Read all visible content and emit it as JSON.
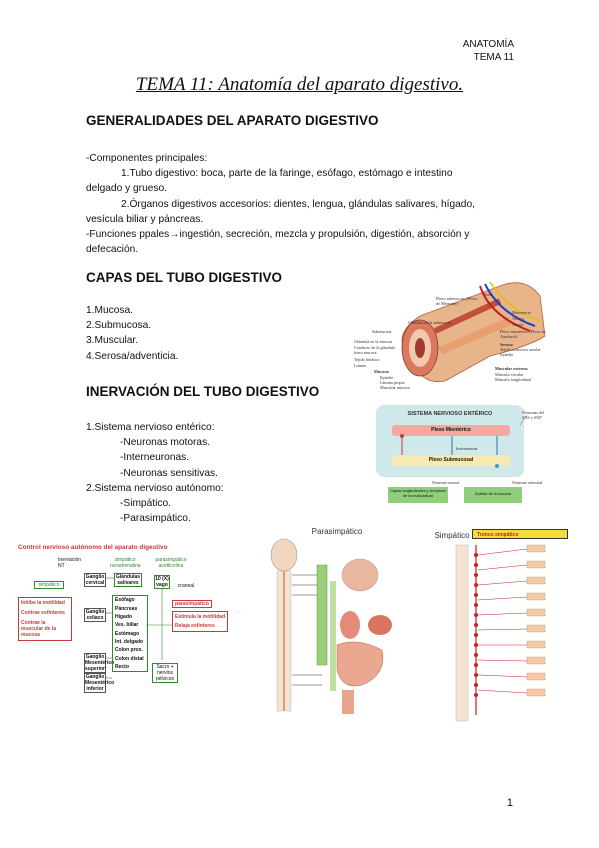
{
  "header": {
    "line1": "ANATOMÍA",
    "line2": "TEMA 11"
  },
  "title": "TEMA 11: Anatomía del aparato digestivo.",
  "sections": {
    "generalidades": {
      "heading": "GENERALIDADES DEL APARATO DIGESTIVO",
      "line1": "-Componentes principales:",
      "line2": "1.Tubo digestivo: boca, parte de la faringe, esófago, estómago e intestino",
      "line3": "delgado y grueso.",
      "line4": "2.Órganos digestivos accesorios: dientes, lengua, glándulas salivares, hígado,",
      "line5": "vesícula biliar y páncreas.",
      "line6a": "-Funciones ppales",
      "line6b": "ingestión, secreción, mezcla y propulsión, digestión, absorción y",
      "line7": "defecación."
    },
    "capas": {
      "heading": "CAPAS DEL TUBO DIGESTIVO",
      "items": [
        "1.Mucosa.",
        "2.Submucosa.",
        "3.Muscular.",
        "4.Serosa/adventicia."
      ]
    },
    "inervacion": {
      "heading": "INERVACIÓN DEL TUBO DIGESTIVO",
      "item1": "1.Sistema nervioso entérico:",
      "sub1": [
        "-Neuronas motoras.",
        "-Interneuronas.",
        "-Neuronas sensitivas."
      ],
      "item2": "2.Sistema nervioso autónomo:",
      "sub2": [
        "-Simpático.",
        "-Parasimpático."
      ]
    }
  },
  "figures": {
    "wall": {
      "labels": [
        "Plexo submucoso (Plexo de Meissner)",
        "Vena",
        "Glándula en la submucosa",
        "Submucosa",
        "Glándula en la mucosa",
        "Conducto de la glándula fuera mucosa",
        "Tejido linfático",
        "Lumen",
        "Mucosa:",
        "Epitelio",
        "Lámina propia",
        "Muscular mucosa",
        "Mesenterio",
        "Arteria",
        "Nervio",
        "Plexo mientérico (Plexo de Auerbach)",
        "Serosa:",
        "Tejido conectivo areolar",
        "Epitelio",
        "Muscular externa:",
        "Músculo circular",
        "Músculo longitudinal"
      ]
    },
    "enteric": {
      "title": "SISTEMA NERVIOSO ENTÉRICO",
      "plexo_mienterico": "Plexo Mientérico",
      "plexo_submucoso": "Plexo Submucosal",
      "interneuronas": "Interneurona",
      "motora": "Neurona motora",
      "sensorial": "Neurona sensorial",
      "al_snc": "Neuronas del SNS y SNP",
      "capas": "Capas longitudinales y circulares de la musculatura",
      "epitelio": "Epitelio de la mucosa"
    },
    "control": {
      "title": "Control nervioso autónomo del aparato digestivo",
      "inervacion": "Inervación NT",
      "simpatico_hdr": "simpático noradrenalina",
      "parasimpatico_hdr": "parasimpático acetilcolina",
      "simpatico": "simpático",
      "parasimpatico": "parasimpático",
      "craneal": "craneal",
      "vago": "10 (X) vago",
      "ganglio_cervical": "Ganglio cervical",
      "ganglio_celiaco": "Ganglio celíaco",
      "ganglio_mes_sup": "Ganglio Mesentérico superior",
      "ganglio_mes_inf": "Ganglio Mesentérico inferior",
      "glandulas": "Glándulas salivares",
      "organs": [
        "Esófago",
        "Páncreas",
        "Hígado",
        "Ves. biliar",
        "Estómago",
        "Int. delgado",
        "Colon prox.",
        "Colon distal",
        "Recto"
      ],
      "sacro": "Sacro + nervios pélvicos",
      "simp_effects": [
        "Inhibe la motilidad",
        "Contrae esfínteres",
        "Contrae la muscular de la mucosa"
      ],
      "para_effects": [
        "Estimula la motilidad",
        "Relaja esfínteres"
      ]
    },
    "parasimpatico": {
      "title": "Parasimpático"
    },
    "simpatico": {
      "title": "Simpático",
      "tronco": "Tronco simpático"
    }
  },
  "page_number": "1",
  "colors": {
    "red": "#c83a3a",
    "green": "#2f8a2f",
    "enteric_bg": "#cfe8ea",
    "yellow": "#f2dc3a"
  }
}
